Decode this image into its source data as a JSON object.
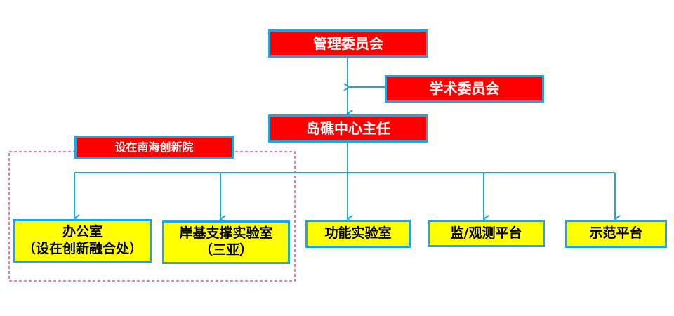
{
  "colors": {
    "red_box": "#ff0000",
    "yellow_box": "#ffff00",
    "connector": "#1fa6e0",
    "group_border": "#d0003a"
  },
  "nodes": {
    "management_committee": "管理委员会",
    "academic_committee": "学术委员会",
    "director": "岛礁中心主任",
    "group_label": "设在南海创新院",
    "office": {
      "line1": "办公室",
      "line2": "（设在创新融合处）"
    },
    "shore_lab": {
      "line1": "岸基支撑实验室",
      "line2": "（三亚）"
    },
    "function_lab": "功能实验室",
    "monitoring_platform": "监/观测平台",
    "demo_platform": "示范平台"
  }
}
